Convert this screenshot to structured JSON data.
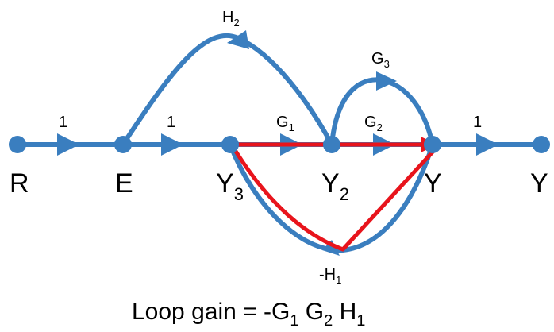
{
  "colors": {
    "branch": "#3a7ebf",
    "loop": "#e8141c",
    "text": "#000000"
  },
  "nodes": {
    "r": "R",
    "e": "E",
    "y3": {
      "base": "Y",
      "sub": "3"
    },
    "y2": {
      "base": "Y",
      "sub": "2"
    },
    "y": "Y",
    "y_out": "Y"
  },
  "branches": {
    "r_e": "1",
    "e_y3": "1",
    "y3_y2": {
      "base": "G",
      "sub": "1"
    },
    "y2_y": {
      "base": "G",
      "sub": "2"
    },
    "y2_y_top": {
      "base": "G",
      "sub": "3"
    },
    "y2_e": {
      "base": "H",
      "sub": "2"
    },
    "y_y3": {
      "base": "-H",
      "sub": "1"
    },
    "y_yout": "1"
  },
  "caption": {
    "prefix": "Loop gain = -G",
    "s1": "1",
    "mid1": " G",
    "s2": "2",
    "mid2": " H",
    "s3": "1"
  }
}
